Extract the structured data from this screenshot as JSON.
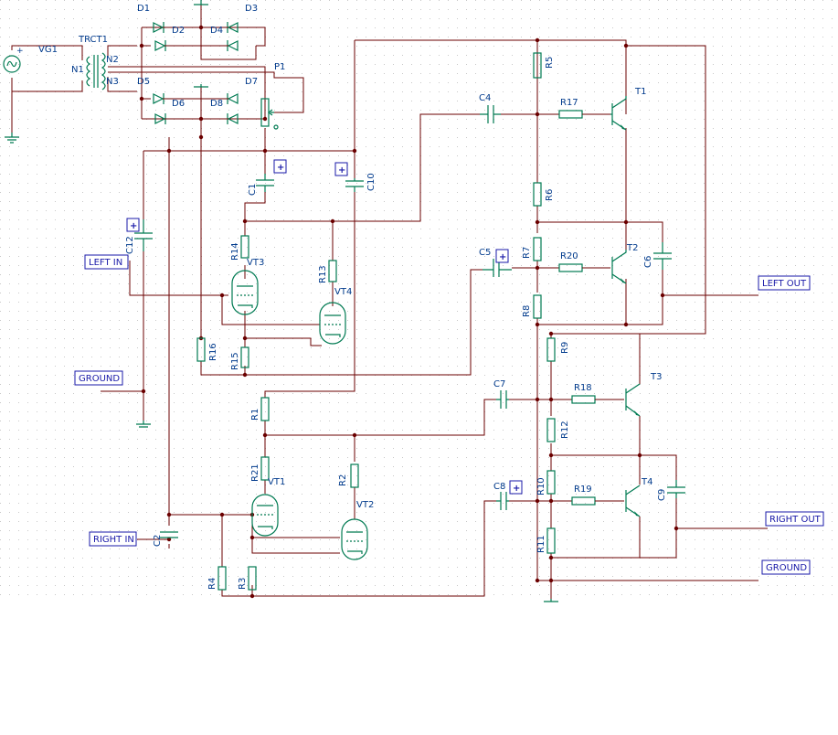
{
  "schematic": {
    "labels": {
      "vg1": "VG1",
      "trct1": "TRCT1",
      "n1": "N1",
      "n2": "N2",
      "n3": "N3",
      "d1": "D1",
      "d2": "D2",
      "d3": "D3",
      "d4": "D4",
      "d5": "D5",
      "d6": "D6",
      "d7": "D7",
      "d8": "D8",
      "p1": "P1",
      "c1": "C1",
      "c2": "C2",
      "c4": "C4",
      "c5": "C5",
      "c6": "C6",
      "c7": "C7",
      "c8": "C8",
      "c9": "C9",
      "c10": "C10",
      "c12": "C12",
      "r1": "R1",
      "r2": "R2",
      "r3": "R3",
      "r4": "R4",
      "r5": "R5",
      "r6": "R6",
      "r7": "R7",
      "r8": "R8",
      "r9": "R9",
      "r10": "R10",
      "r11": "R11",
      "r12": "R12",
      "r13": "R13",
      "r14": "R14",
      "r15": "R15",
      "r16": "R16",
      "r17": "R17",
      "r18": "R18",
      "r19": "R19",
      "r20": "R20",
      "r21": "R21",
      "t1": "T1",
      "t2": "T2",
      "t3": "T3",
      "t4": "T4",
      "vt1": "VT1",
      "vt2": "VT2",
      "vt3": "VT3",
      "vt4": "VT4"
    },
    "ports": {
      "left_in": "LEFT IN",
      "ground_left": "GROUND",
      "right_in": "RIGHT IN",
      "left_out": "LEFT OUT",
      "right_out": "RIGHT OUT",
      "ground_right": "GROUND"
    },
    "polarity_mark": "+",
    "colors": {
      "wire": "#6b0000",
      "component": "#007a52",
      "label": "#003a8c",
      "port": "#1a1aa8"
    }
  }
}
